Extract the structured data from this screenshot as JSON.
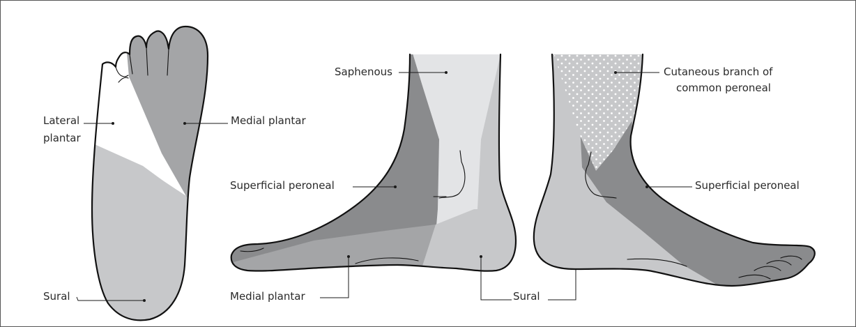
{
  "labels": {
    "lateral_plantar_line1": "Lateral",
    "lateral_plantar_line2": "plantar",
    "medial_plantar_sole": "Medial plantar",
    "sural_sole": "Sural",
    "saphenous": "Saphenous",
    "superficial_peroneal_medial": "Superficial peroneal",
    "medial_plantar_side": "Medial plantar",
    "sural_side": "Sural",
    "cutaneous_branch_line1": "Cutaneous branch of",
    "cutaneous_branch_line2": "common peroneal",
    "superficial_peroneal_lateral": "Superficial peroneal"
  },
  "colors": {
    "light_gray": "#e3e4e6",
    "mid_gray": "#c7c8ca",
    "medium_gray": "#a4a5a7",
    "dark_gray": "#8a8b8d",
    "outline": "#111111",
    "frame": "#555555"
  },
  "regions": {
    "sole": [
      "lateral-plantar",
      "medial-plantar",
      "sural"
    ],
    "medial_view": [
      "saphenous",
      "superficial-peroneal",
      "medial-plantar",
      "sural"
    ],
    "lateral_view": [
      "cutaneous-branch-of-common-peroneal",
      "superficial-peroneal",
      "sural"
    ]
  }
}
